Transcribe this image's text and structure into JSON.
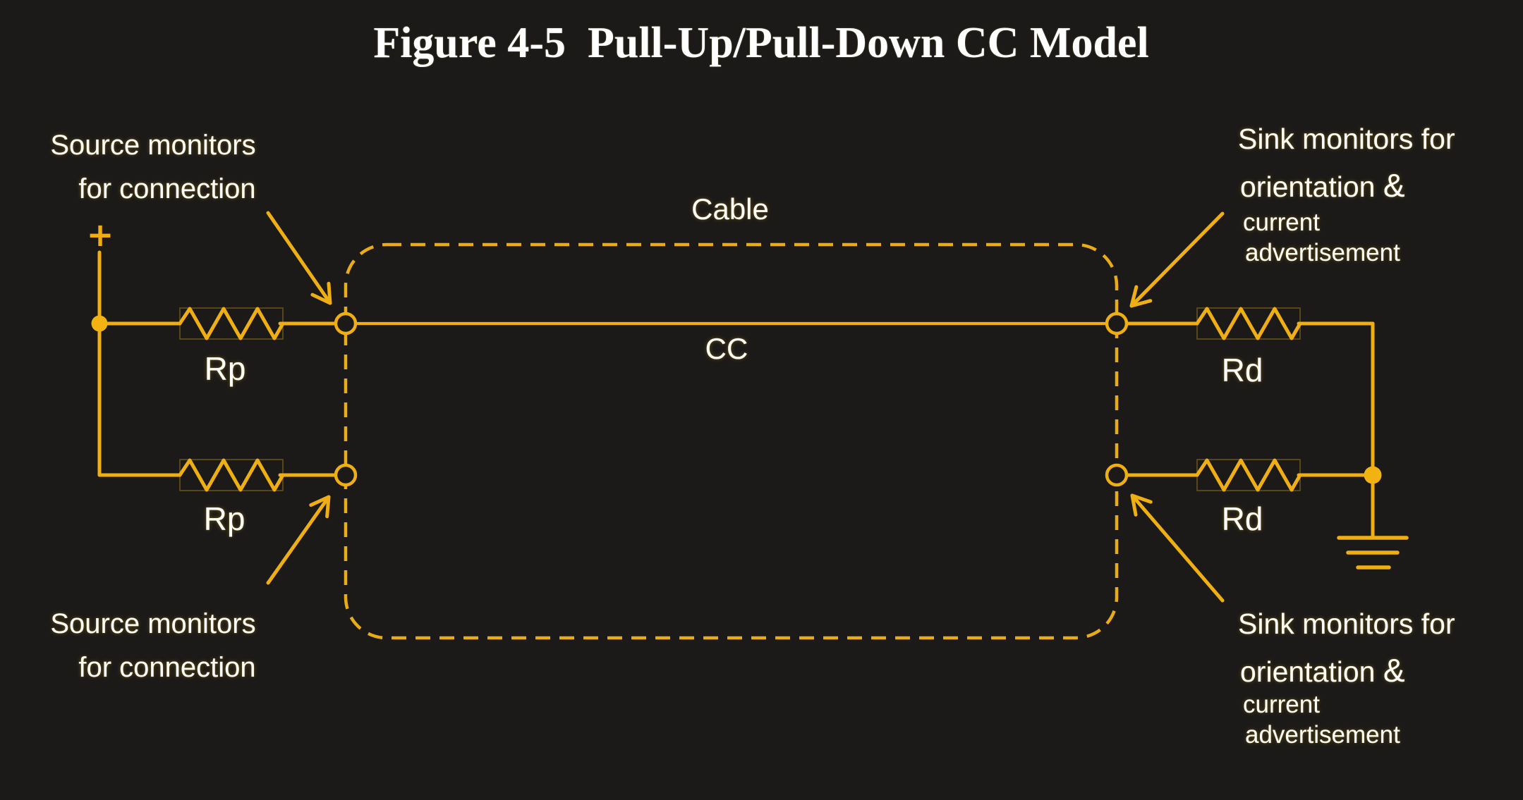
{
  "title": "Figure 4-5  Pull-Up/Pull-Down CC Model",
  "colors": {
    "background": "#1B1A18",
    "gold": "#EFAF12",
    "text": "#FCFBF7",
    "title_text": "#FFFFFF"
  },
  "diagram": {
    "cable_label": "Cable",
    "cc_label": "CC",
    "plus_terminal": "+",
    "resistor_labels": {
      "rp_top": "Rp",
      "rp_bottom": "Rp",
      "rd_top": "Rd",
      "rd_bottom": "Rd"
    },
    "annotations": {
      "source_top": {
        "line1": "Source monitors",
        "line2": "for connection"
      },
      "source_bottom": {
        "line1": "Source monitors",
        "line2": "for connection"
      },
      "sink_top": {
        "line1": "Sink monitors for",
        "line2_text": "orientation ",
        "line2_amp": "&",
        "line3": "current",
        "line4": "advertisement"
      },
      "sink_bottom": {
        "line1": "Sink monitors for",
        "line2_text": "orientation ",
        "line2_amp": "&",
        "line3": "current",
        "line4": "advertisement"
      }
    }
  }
}
